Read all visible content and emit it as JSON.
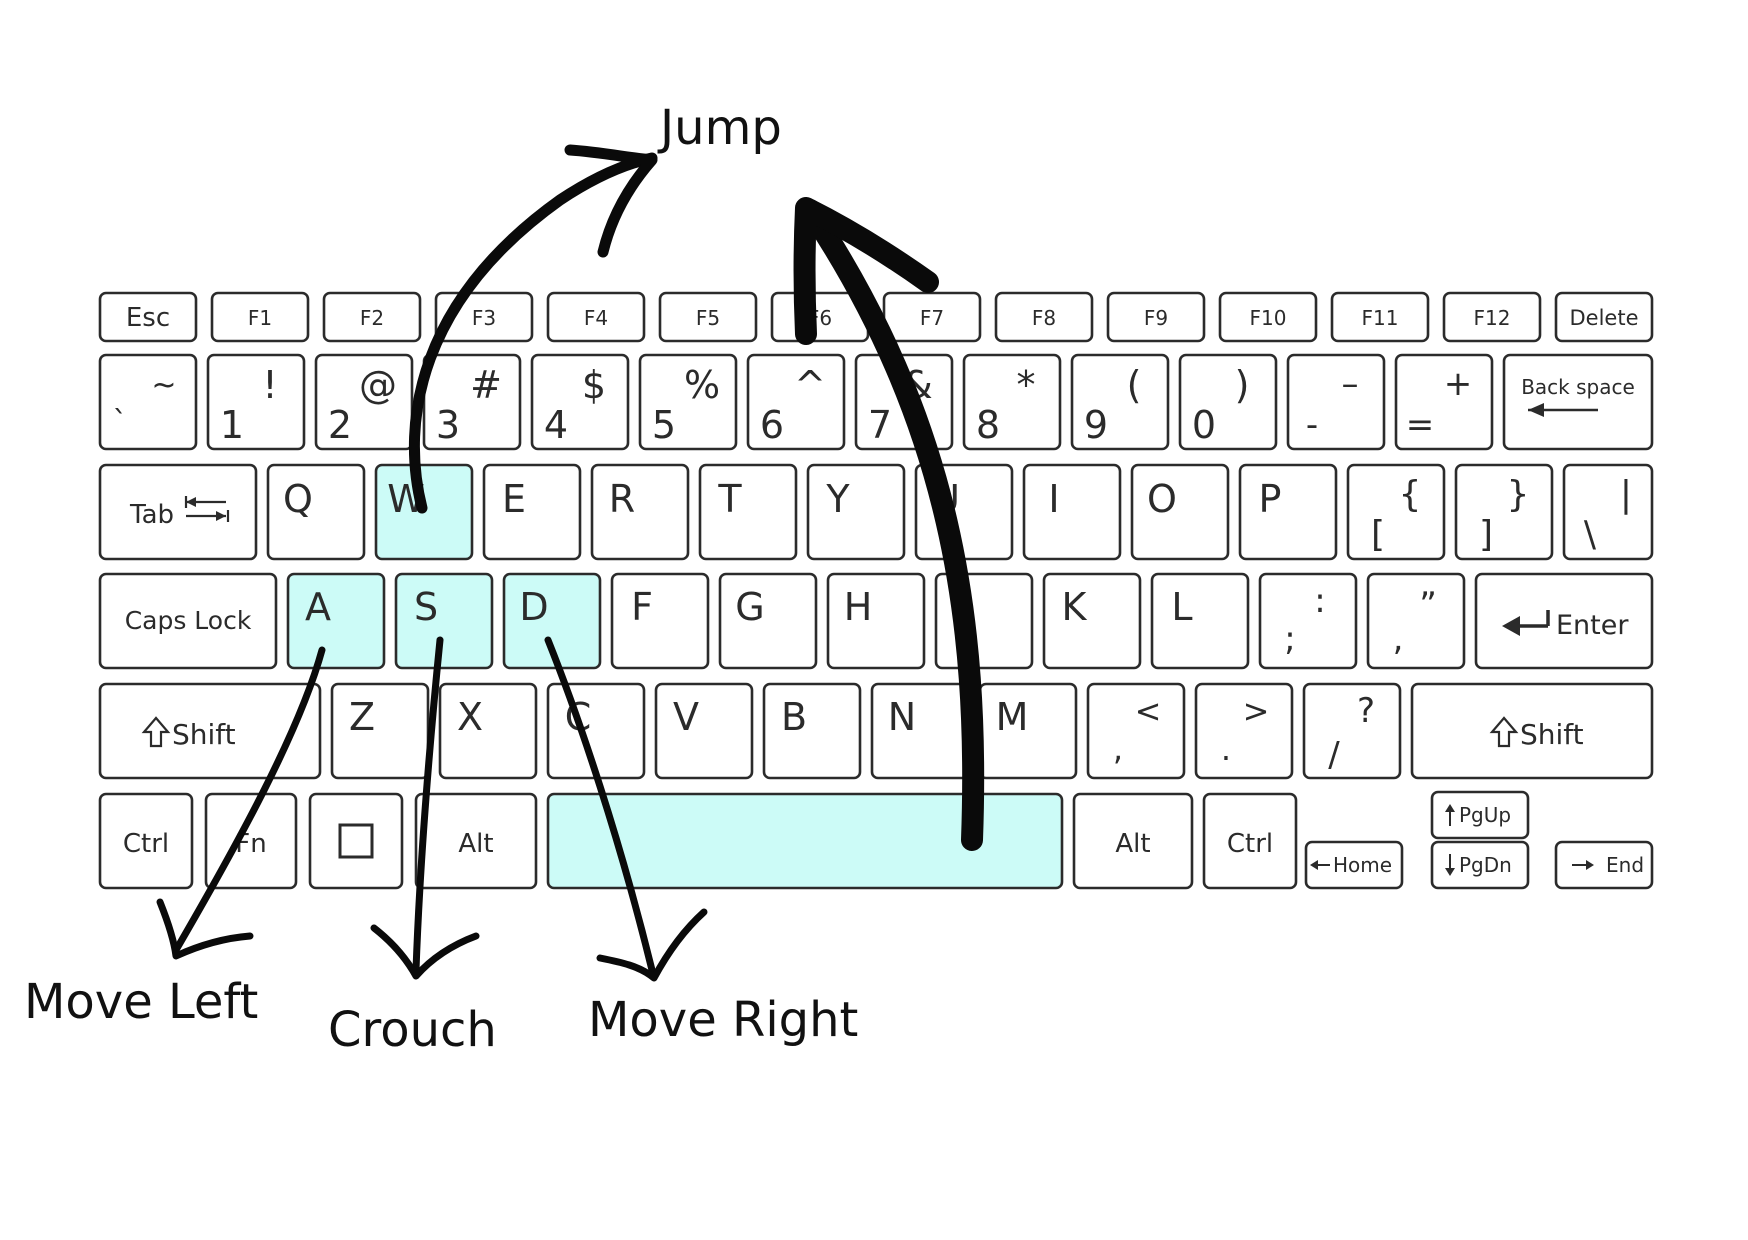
{
  "colors": {
    "highlight": "#ccfbf7",
    "key_border": "#2b2b2b",
    "arrow": "#0a0a0a"
  },
  "annotations": {
    "jump": "Jump",
    "move_left": "Move Left",
    "crouch": "Crouch",
    "move_right": "Move Right"
  },
  "keys": {
    "esc": "Esc",
    "f1": "F1",
    "f2": "F2",
    "f3": "F3",
    "f4": "F4",
    "f5": "F5",
    "f6": "F6",
    "f7": "F7",
    "f8": "F8",
    "f9": "F9",
    "f10": "F10",
    "f11": "F11",
    "f12": "F12",
    "delete": "Delete",
    "tilde_top": "~",
    "tilde_bottom": "`",
    "n1_top": "!",
    "n1_bottom": "1",
    "n2_top": "@",
    "n2_bottom": "2",
    "n3_top": "#",
    "n3_bottom": "3",
    "n4_top": "$",
    "n4_bottom": "4",
    "n5_top": "%",
    "n5_bottom": "5",
    "n6_top": "^",
    "n6_bottom": "6",
    "n7_top": "&",
    "n7_bottom": "7",
    "n8_top": "*",
    "n8_bottom": "8",
    "n9_top": "(",
    "n9_bottom": "9",
    "n0_top": ")",
    "n0_bottom": "0",
    "minus_top": "–",
    "minus_bottom": "-",
    "equals_top": "+",
    "equals_bottom": "=",
    "backspace": "Back space",
    "tab": "Tab",
    "q": "Q",
    "w": "W",
    "e": "E",
    "r": "R",
    "t": "T",
    "y": "Y",
    "u": "U",
    "i": "I",
    "o": "O",
    "p": "P",
    "lbrace_top": "{",
    "lbrace_bottom": "[",
    "rbrace_top": "}",
    "rbrace_bottom": "]",
    "pipe_top": "|",
    "pipe_bottom": "\\",
    "capslock": "Caps Lock",
    "a": "A",
    "s": "S",
    "d": "D",
    "f": "F",
    "g": "G",
    "h": "H",
    "j": "J",
    "k": "K",
    "l": "L",
    "colon_top": ":",
    "colon_bottom": ";",
    "quote_top": "”",
    "quote_bottom": ",",
    "enter": "Enter",
    "shift_left": "Shift",
    "z": "Z",
    "x": "X",
    "c": "C",
    "v": "V",
    "b": "B",
    "n": "N",
    "m": "M",
    "lt_top": "<",
    "lt_bottom": ",",
    "gt_top": ">",
    "gt_bottom": ".",
    "q_top": "?",
    "q_bottom": "/",
    "shift_right": "Shift",
    "ctrl_left": "Ctrl",
    "fn": "Fn",
    "alt_left": "Alt",
    "alt_right": "Alt",
    "ctrl_right": "Ctrl",
    "home": "Home",
    "pgup": "PgUp",
    "pgdn": "PgDn",
    "end": "End"
  }
}
